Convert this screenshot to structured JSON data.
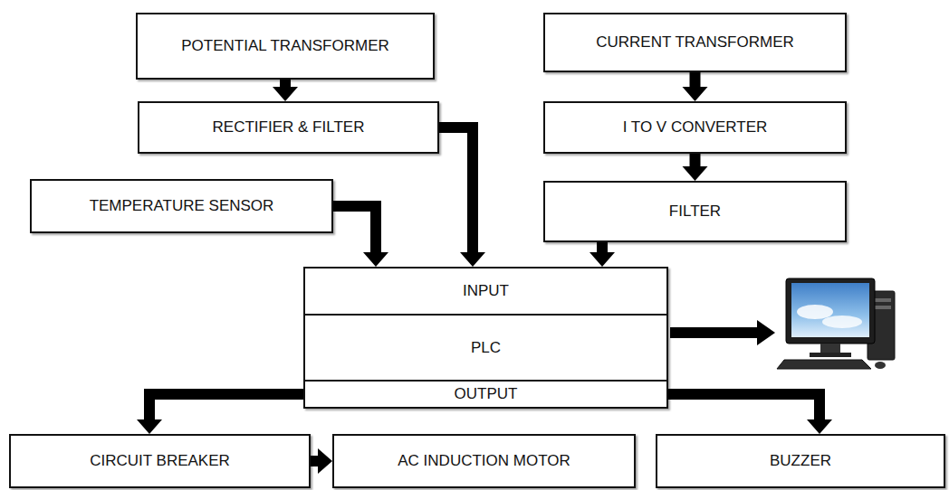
{
  "diagram": {
    "nodes": [
      {
        "text": [
          "POTENTIAL TRANSFORMER"
        ]
      },
      {
        "text": [
          "CURRENT TRANSFORMER"
        ]
      },
      {
        "text": [
          "RECTIFIER & FILTER"
        ]
      },
      {
        "text": [
          "I TO V CONVERTER"
        ]
      },
      {
        "text": [
          "TEMPERATURE SENSOR"
        ]
      },
      {
        "text": [
          "FILTER"
        ]
      },
      {
        "text": [
          "INPUT",
          "PLC",
          "OUTPUT"
        ]
      },
      {
        "text": [
          "CIRCUIT BREAKER"
        ]
      },
      {
        "text": [
          "AC INDUCTION MOTOR"
        ]
      },
      {
        "text": [
          "BUZZER"
        ]
      }
    ],
    "edges": [
      {
        "from": 0,
        "to": 2,
        "arrow": "to"
      },
      {
        "from": 1,
        "to": 3,
        "arrow": "to"
      },
      {
        "from": 2,
        "to": 6,
        "arrow": "to"
      },
      {
        "from": 4,
        "to": 6,
        "arrow": "to"
      },
      {
        "from": 3,
        "to": 5,
        "arrow": "to"
      },
      {
        "from": 5,
        "to": 6,
        "arrow": "to"
      },
      {
        "from": 6,
        "to": 7,
        "arrow": "to"
      },
      {
        "from": 7,
        "to": 8,
        "arrow": "to"
      },
      {
        "from": 6,
        "to": 9,
        "arrow": "to"
      }
    ]
  }
}
